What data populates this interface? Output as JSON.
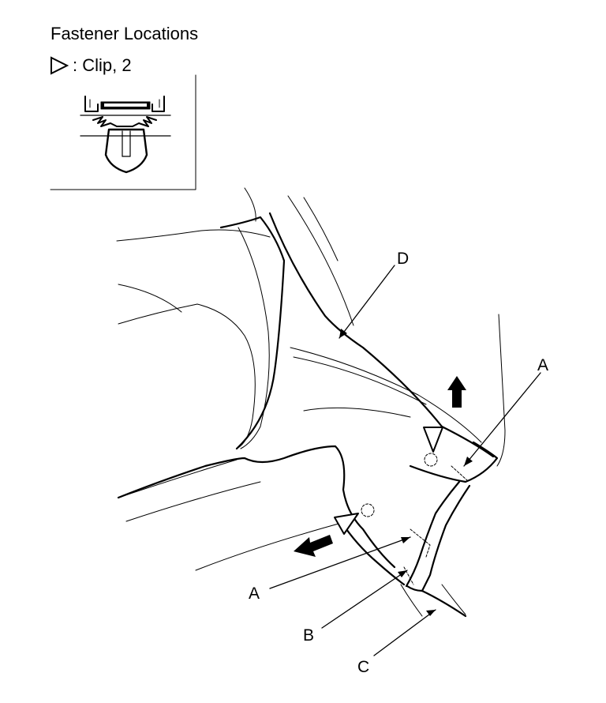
{
  "title": "Fastener Locations",
  "legend": {
    "symbol": "open-triangle-icon",
    "text": ": Clip, 2"
  },
  "callouts": {
    "d": "D",
    "a_upper": "A",
    "a_lower": "A",
    "b": "B",
    "c": "C"
  },
  "colors": {
    "line": "#000000",
    "background": "#ffffff"
  }
}
